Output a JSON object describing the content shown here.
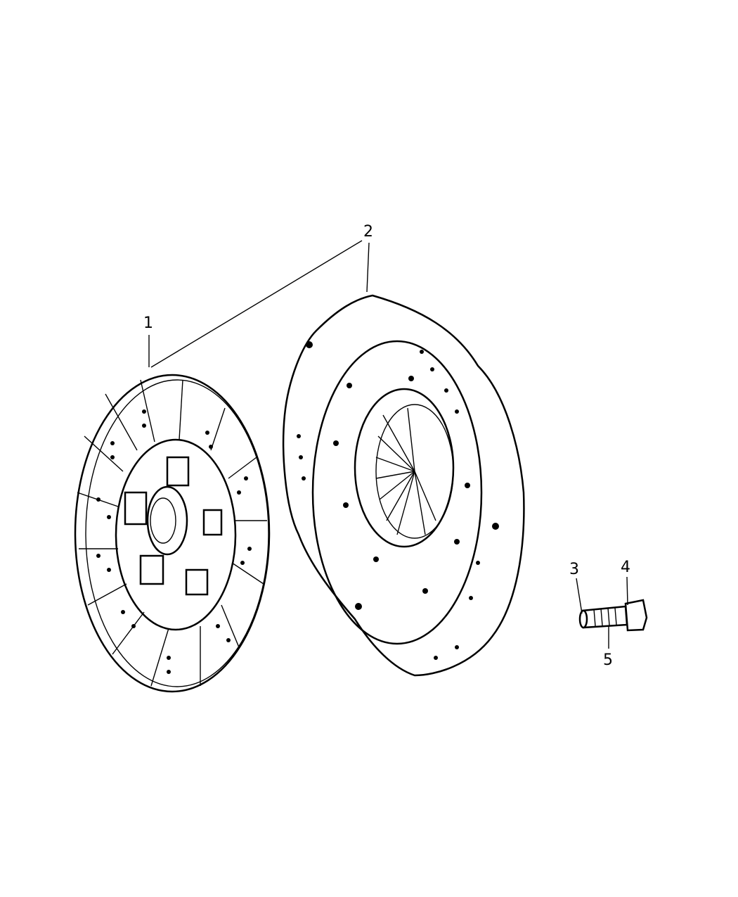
{
  "diagram": {
    "callouts": [
      {
        "number": "1",
        "part": "clutch-disc"
      },
      {
        "number": "2",
        "part": "clutch-disc-and-pressure-plate"
      },
      {
        "number": "3",
        "part": "bolt"
      },
      {
        "number": "4",
        "part": "bolt-head"
      },
      {
        "number": "5",
        "part": "bolt-thread"
      }
    ],
    "line_color": "#000000",
    "background": "#ffffff"
  }
}
